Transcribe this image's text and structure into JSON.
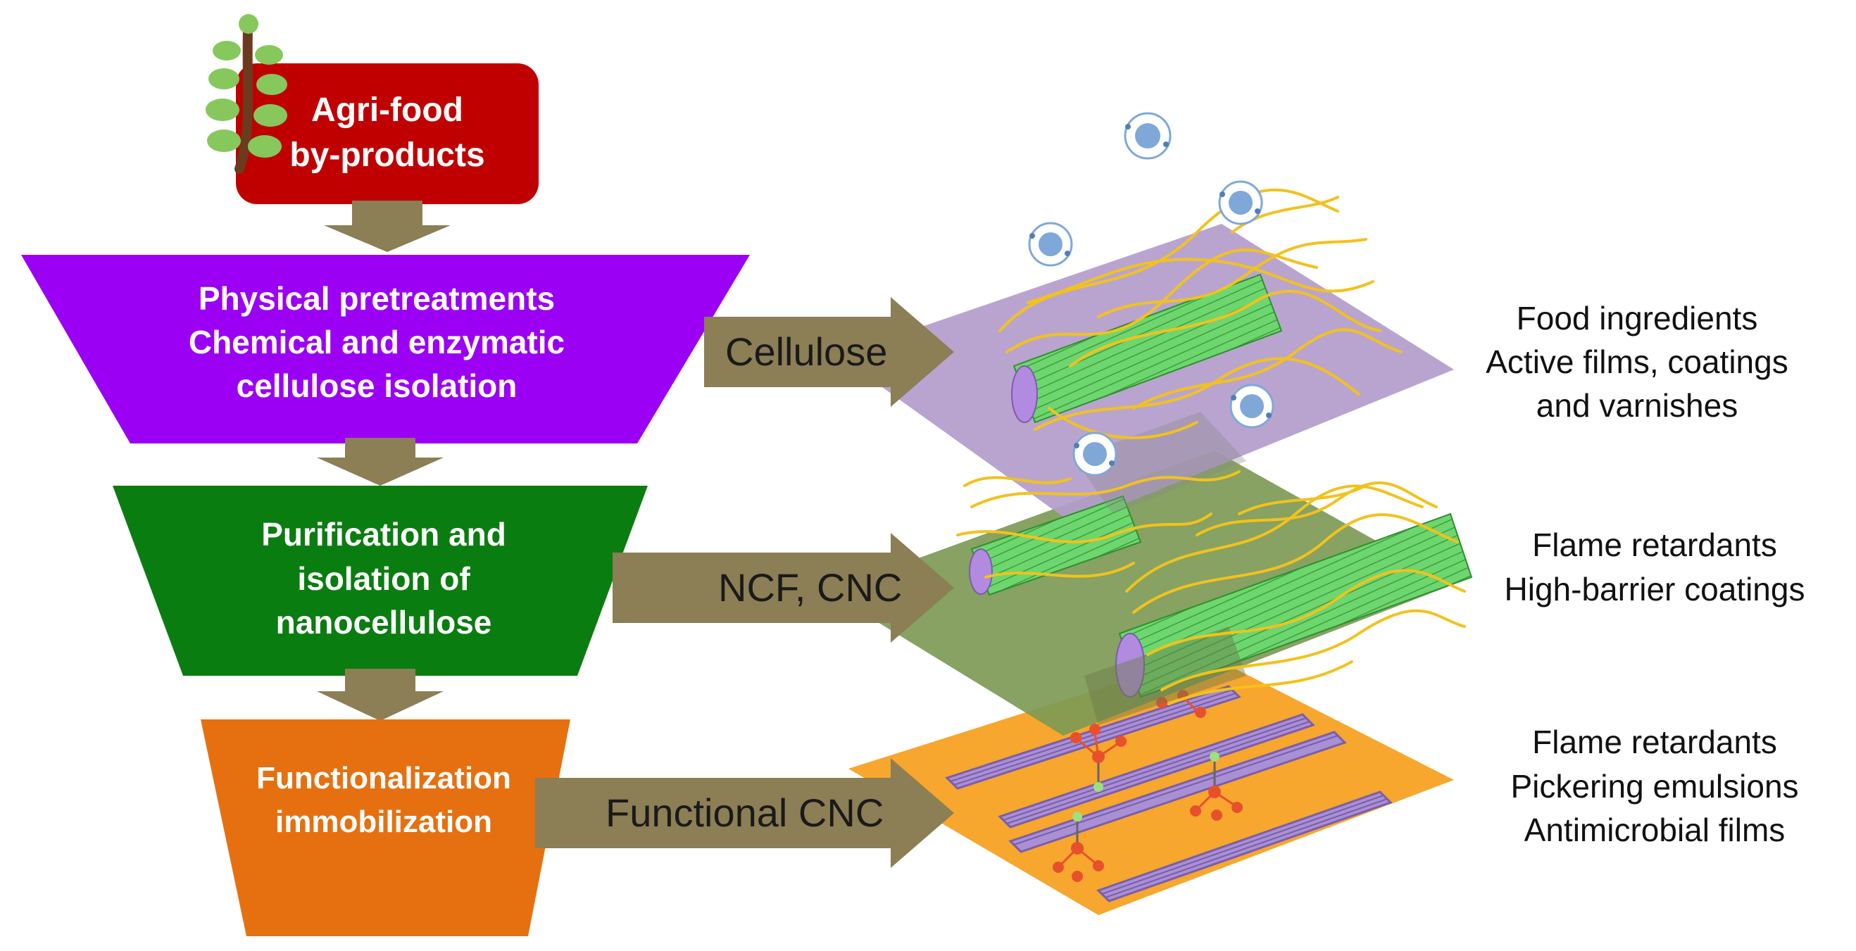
{
  "source": {
    "line1": "Agri-food",
    "line2": "by-products"
  },
  "stages": [
    {
      "lines": [
        "Physical pretreatments",
        "Chemical and enzymatic",
        "cellulose isolation"
      ],
      "color": "#9b00f5"
    },
    {
      "lines": [
        "Purification and",
        "isolation of",
        "nanocellulose"
      ],
      "color": "#0a7d10"
    },
    {
      "lines": [
        "Functionalization",
        "immobilization"
      ],
      "color": "#e6700f"
    }
  ],
  "products": [
    {
      "label": "Cellulose"
    },
    {
      "label": "NCF, CNC"
    },
    {
      "label": "Functional CNC"
    }
  ],
  "applications": [
    [
      "Food ingredients",
      "Active films, coatings",
      "and varnishes"
    ],
    [
      "Flame retardants",
      "High-barrier coatings"
    ],
    [
      "Flame retardants",
      "Pickering emulsions",
      "Antimicrobial films"
    ]
  ],
  "colors": {
    "source_box": "#c00000",
    "flow_arrow": "#8c7e55",
    "layer_top": "#b39ccc",
    "layer_middle": "#7d9a55",
    "layer_bottom": "#f7a62e",
    "fiber": "#f2c21c",
    "cellulose_bundle": "#6ed66e",
    "nanocrystal_rod": "#a98fd4",
    "particle": "#7fa8d8",
    "linker": "#9fe07a",
    "functional_group": "#e8502c"
  },
  "icons": {
    "source": "plant-sprout-icon",
    "particle": "nanoparticle-icon"
  }
}
